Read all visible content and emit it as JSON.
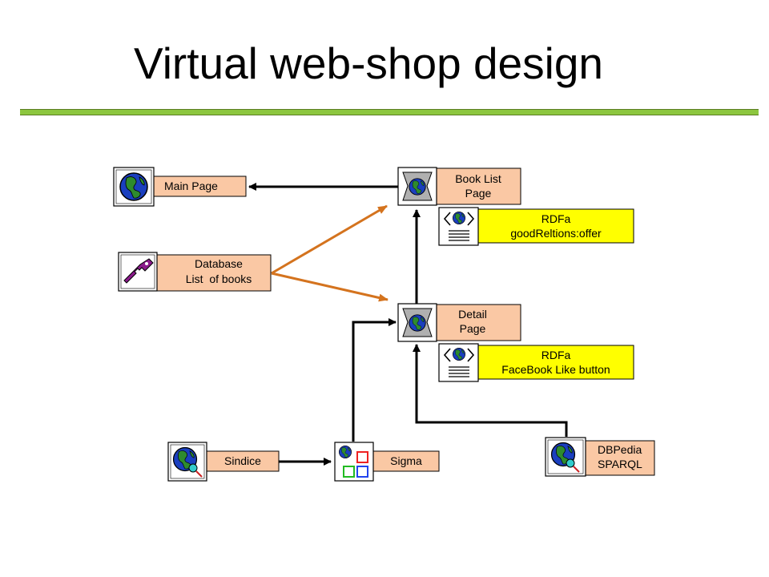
{
  "title": "Virtual web-shop design",
  "colors": {
    "title_rule": "#8cc63f",
    "label_box": "#fac8a4",
    "rdfa_box": "#ffff00",
    "data_arrow": "#d4731e",
    "flow_arrow": "#000000",
    "globe": "#1a3fbf",
    "globe_land": "#2e8b2e",
    "key": "#8b1a8b"
  },
  "nodes": {
    "main_page": {
      "label": "Main Page",
      "icon": "globe-icon"
    },
    "book_list": {
      "line1": "Book List",
      "line2": "Page",
      "icon": "web-page-globe-icon"
    },
    "rdfa_offer": {
      "line1": "RDFa",
      "line2": "goodReltions:offer",
      "icon": "code-document-icon"
    },
    "database": {
      "line1": "Database",
      "line2": "List  of books",
      "icon": "key-icon"
    },
    "detail": {
      "line1": "Detail",
      "line2": "Page",
      "icon": "web-page-globe-icon"
    },
    "rdfa_like": {
      "line1": "RDFa",
      "line2": "FaceBook Like button",
      "icon": "code-document-icon"
    },
    "sindice": {
      "label": "Sindice",
      "icon": "globe-search-icon"
    },
    "sigma": {
      "label": "Sigma",
      "icon": "globe-windows-icon"
    },
    "dbpedia": {
      "line1": "DBPedia",
      "line2": "SPARQL",
      "icon": "globe-search-icon"
    }
  }
}
